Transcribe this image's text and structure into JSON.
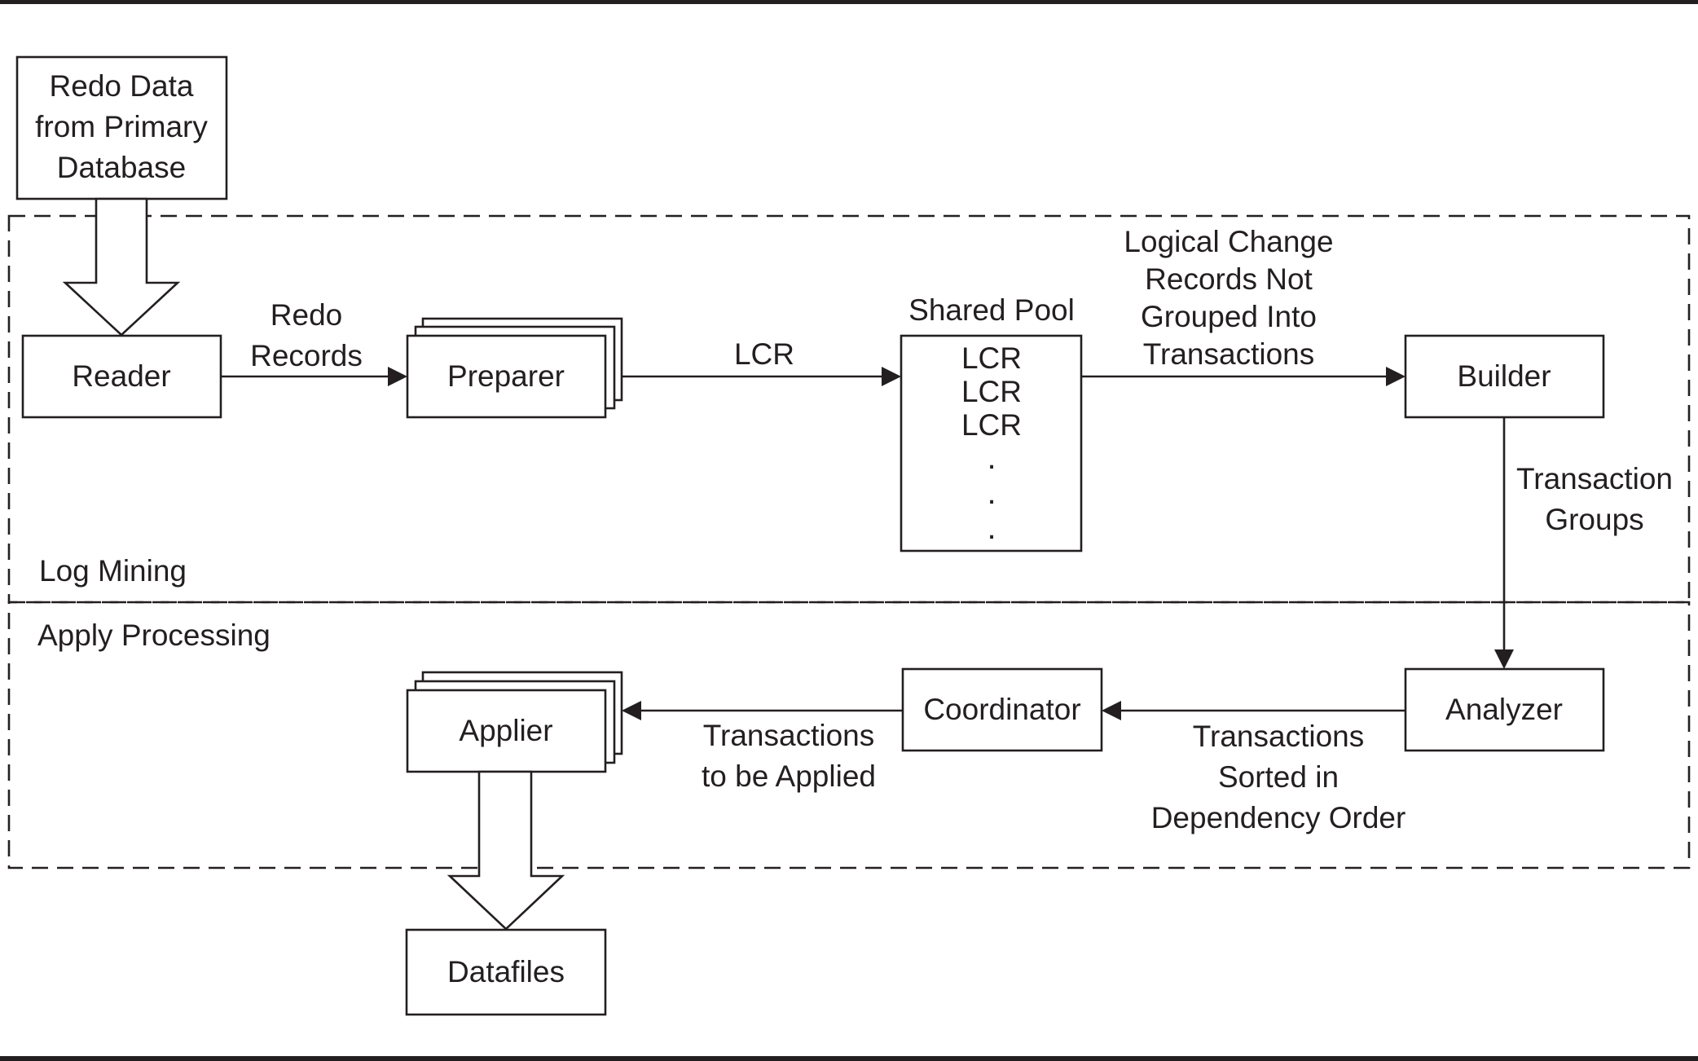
{
  "sources": {
    "redo": [
      "Redo Data",
      "from Primary",
      "Database"
    ]
  },
  "regions": {
    "log_mining": "Log Mining",
    "apply_processing": "Apply Processing"
  },
  "boxes": {
    "reader": "Reader",
    "preparer": "Preparer",
    "shared_pool_title": "Shared Pool",
    "shared_pool_items": [
      "LCR",
      "LCR",
      "LCR",
      ".",
      ".",
      "."
    ],
    "builder": "Builder",
    "analyzer": "Analyzer",
    "coordinator": "Coordinator",
    "applier": "Applier",
    "datafiles": "Datafiles"
  },
  "edges": {
    "reader_to_preparer": [
      "Redo",
      "Records"
    ],
    "preparer_to_pool": "LCR",
    "pool_to_builder": [
      "Logical Change",
      "Records Not",
      "Grouped Into",
      "Transactions"
    ],
    "builder_to_analyzer": [
      "Transaction",
      "Groups"
    ],
    "analyzer_to_coordinator": [
      "Transactions",
      "Sorted in",
      "Dependency Order"
    ],
    "coordinator_to_applier": [
      "Transactions",
      "to be Applied"
    ]
  }
}
